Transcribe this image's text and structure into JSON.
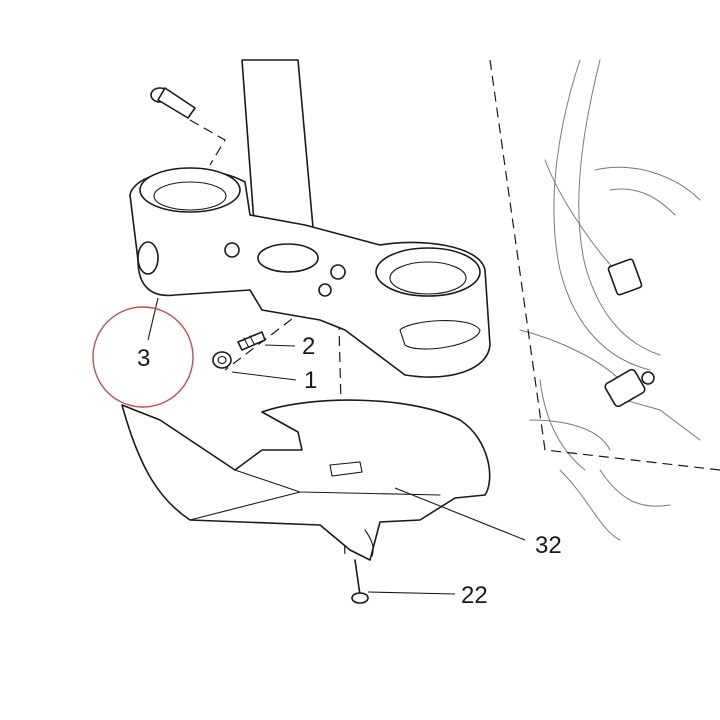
{
  "callouts": {
    "c1": "1",
    "c2": "2",
    "c3": "3",
    "c22": "22",
    "c32": "32"
  },
  "highlight_color": "#c0504d",
  "line_color": "#1a1a1a"
}
